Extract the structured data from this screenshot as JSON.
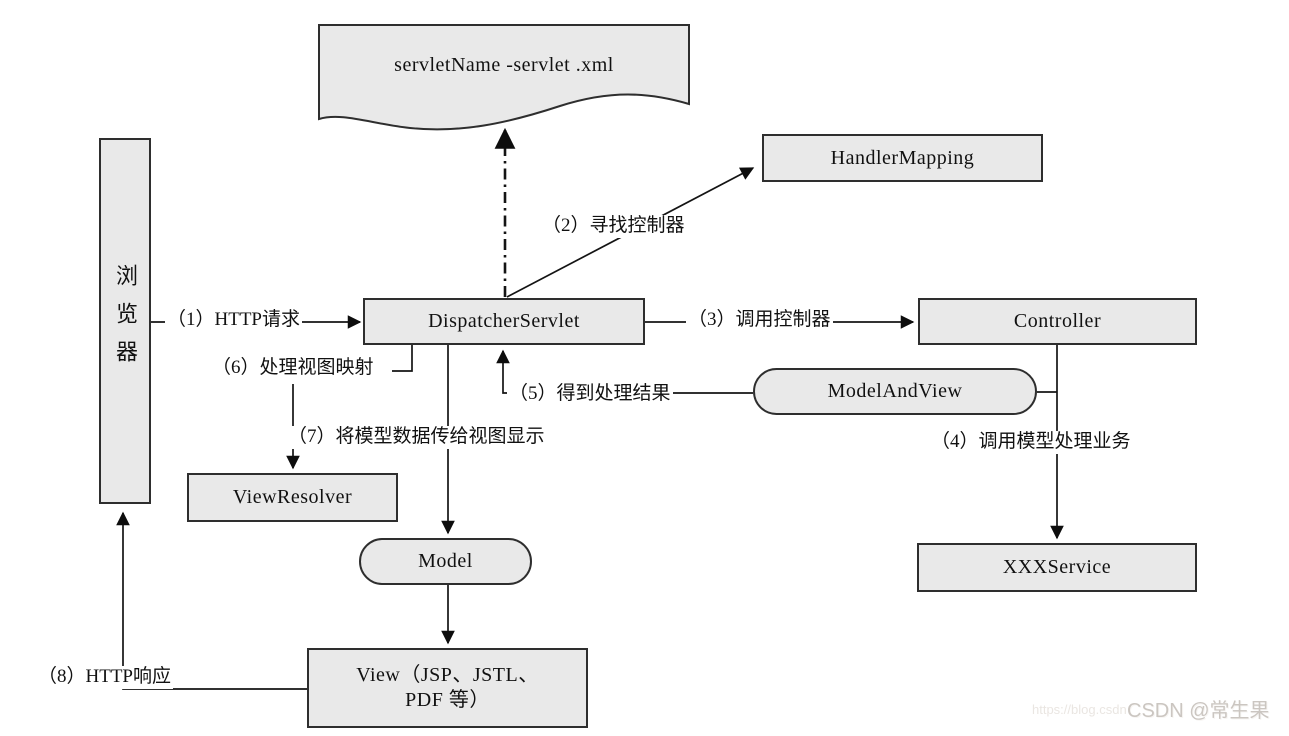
{
  "nodes": {
    "browser": {
      "label": "浏览器"
    },
    "servlet_xml": {
      "label": "servletName -servlet .xml"
    },
    "handler_mapping": {
      "label": "HandlerMapping"
    },
    "dispatcher_servlet": {
      "label": "DispatcherServlet"
    },
    "controller": {
      "label": "Controller"
    },
    "model_and_view": {
      "label": "ModelAndView"
    },
    "view_resolver": {
      "label": "ViewResolver"
    },
    "model": {
      "label": "Model"
    },
    "xxx_service": {
      "label": "XXXService"
    },
    "view": {
      "label_line1": "View（JSP、JSTL、",
      "label_line2": "PDF 等）"
    }
  },
  "steps": {
    "step1": {
      "label": "（1）HTTP请求"
    },
    "step2": {
      "label": "（2）寻找控制器"
    },
    "step3": {
      "label": "（3）调用控制器"
    },
    "step4": {
      "label": "（4）调用模型处理业务"
    },
    "step5": {
      "label": "（5）得到处理结果"
    },
    "step6": {
      "label": "（6）处理视图映射"
    },
    "step7": {
      "label": "（7）将模型数据传给视图显示"
    },
    "step8": {
      "label": "（8）HTTP响应"
    }
  },
  "watermark": {
    "url_text": "https://blog.csdn",
    "handle": "CSDN @常生果"
  },
  "colors": {
    "node_fill": "#e9e9e9",
    "node_border": "#2e2e2e",
    "line": "#141414",
    "background": "#ffffff",
    "watermark": "#cbc6c1"
  }
}
